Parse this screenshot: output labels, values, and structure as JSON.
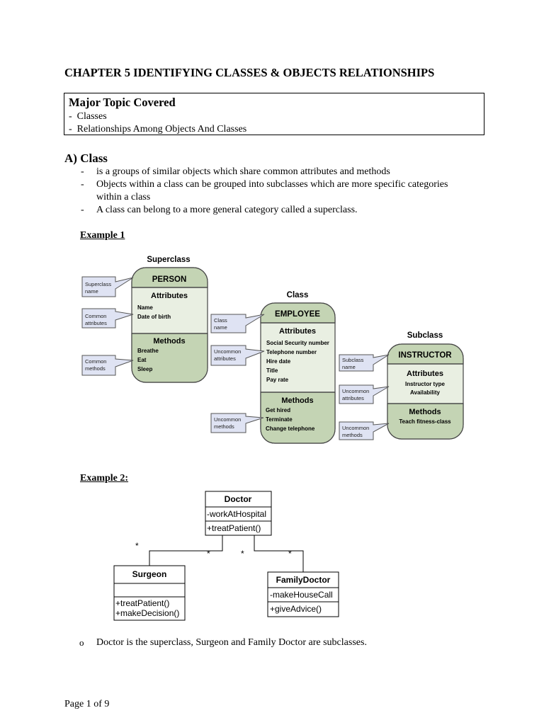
{
  "title": "CHAPTER 5 IDENTIFYING CLASSES & OBJECTS RELATIONSHIPS",
  "topic": {
    "heading": "Major Topic Covered",
    "items": [
      "Classes",
      "Relationships Among Objects And Classes"
    ]
  },
  "section_a": {
    "heading": "A) Class",
    "bullets": [
      "is a groups of similar objects which share common attributes and methods",
      "Objects within a class can be grouped into subclasses which are more specific categories",
      "within a class",
      "A class can belong to a more general category called a superclass."
    ]
  },
  "example1": {
    "label": "Example 1",
    "diagram": {
      "superclass_title": "Superclass",
      "class_title": "Class",
      "subclass_title": "Subclass",
      "person": {
        "name": "PERSON",
        "attr_head": "Attributes",
        "attrs": [
          "Name",
          "Date of birth"
        ],
        "meth_head": "Methods",
        "methods": [
          "Breathe",
          "Eat",
          "Sleep"
        ]
      },
      "employee": {
        "name": "EMPLOYEE",
        "attr_head": "Attributes",
        "attrs": [
          "Social Security number",
          "Telephone number",
          "Hire date",
          "Title",
          "Pay rate"
        ],
        "meth_head": "Methods",
        "methods": [
          "Get hired",
          "Terminate",
          "Change telephone"
        ]
      },
      "instructor": {
        "name": "INSTRUCTOR",
        "attr_head": "Attributes",
        "attrs": [
          "Instructor type",
          "Availability"
        ],
        "meth_head": "Methods",
        "methods": [
          "Teach fitness-class"
        ]
      },
      "callouts": {
        "superclass_name": [
          "Superclass",
          "name"
        ],
        "common_attributes": [
          "Common",
          "attributes"
        ],
        "common_methods": [
          "Common",
          "methods"
        ],
        "class_name": [
          "Class",
          "name"
        ],
        "uncommon_attributes_1": [
          "Uncommon",
          "attributes"
        ],
        "uncommon_methods_1": [
          "Uncommon",
          "methods"
        ],
        "subclass_name": [
          "Subclass",
          "name"
        ],
        "uncommon_attributes_2": [
          "Uncommon",
          "attributes"
        ],
        "uncommon_methods_2": [
          "Uncommon",
          "methods"
        ]
      }
    }
  },
  "example2": {
    "label": "Example 2:",
    "doctor": {
      "name": "Doctor",
      "attr": "-workAtHospital",
      "method": "+treatPatient()"
    },
    "surgeon": {
      "name": "Surgeon",
      "methods": [
        "+treatPatient()",
        "+makeDecision()"
      ]
    },
    "family": {
      "name": "FamilyDoctor",
      "attr": "-makeHouseCall",
      "method": "+giveAdvice()"
    },
    "multiplicity": "*"
  },
  "note": "Doctor is the superclass, Surgeon and Family Doctor are subclasses.",
  "note_marker": "o",
  "footer": "Page 1 of 9",
  "colors": {
    "header_green": "#c4d4b4",
    "body_light": "#e9efe2",
    "methods_green": "#c4d4b4",
    "callout_fill": "#dfe3f3",
    "stroke": "#444444"
  }
}
